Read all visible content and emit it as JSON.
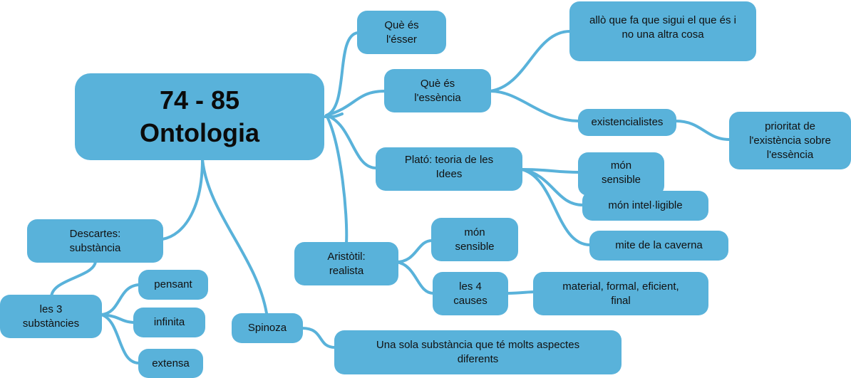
{
  "colors": {
    "node_fill": "#59b2da",
    "connector": "#59b2da",
    "text": "#111111"
  },
  "root": {
    "line1": "74 - 85",
    "line2": "Ontologia"
  },
  "nodes": {
    "que_es_esser": "Què és\nl'ésser",
    "que_es_essencia": "Què és\nl'essència",
    "allo_que_fa": "allò que fa que sigui el que és i\nno una altra cosa",
    "existencialistes": "existencialistes",
    "prioritat": "prioritat de\nl'existència sobre\nl'essència",
    "plato": "Plató: teoria de les\nIdees",
    "plato_mon_sensible": "món\nsensible",
    "mon_intelligible": "món intel·ligible",
    "mite_caverna": "mite de la caverna",
    "aristotil": "Aristòtil:\nrealista",
    "aristotil_mon_sensible": "món\nsensible",
    "les_4_causes": "les 4\ncauses",
    "causes_list": "material, formal, eficient,\nfinal",
    "descartes": "Descartes:\nsubstància",
    "les_3_substancies": "les 3\nsubstàncies",
    "pensant": "pensant",
    "infinita": "infinita",
    "extensa": "extensa",
    "spinoza": "Spinoza",
    "una_sola_substancia": "Una sola substància que té molts aspectes\ndiferents"
  }
}
